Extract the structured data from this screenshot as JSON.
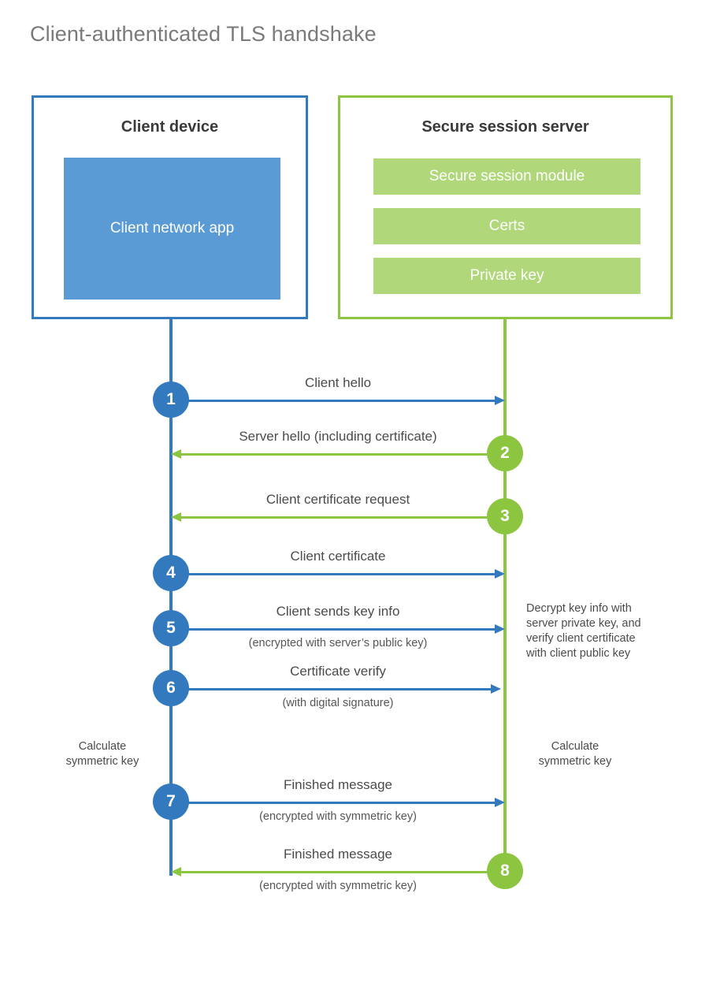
{
  "title": "Client-authenticated TLS handshake",
  "colors": {
    "client_blue": "#3279bd",
    "client_fill": "#5b9bd5",
    "server_green": "#8cc641",
    "server_fill": "#b0d77a",
    "text": "#4b4b4b",
    "title_text": "#7a7a7a",
    "background": "#ffffff"
  },
  "actors": {
    "client": {
      "title": "Client device",
      "blocks": [
        {
          "label": "Client network app"
        }
      ]
    },
    "server": {
      "title": "Secure session server",
      "blocks": [
        {
          "label": "Secure session module"
        },
        {
          "label": "Certs"
        },
        {
          "label": "Private key"
        }
      ]
    }
  },
  "steps": [
    {
      "number": "1",
      "label": "Client hello",
      "sub": "",
      "from": "client",
      "to": "server"
    },
    {
      "number": "2",
      "label": "Server hello (including certificate)",
      "sub": "",
      "from": "server",
      "to": "client"
    },
    {
      "number": "3",
      "label": "Client certificate request",
      "sub": "",
      "from": "server",
      "to": "client"
    },
    {
      "number": "4",
      "label": "Client certificate",
      "sub": "",
      "from": "client",
      "to": "server"
    },
    {
      "number": "5",
      "label": "Client sends key info",
      "sub": "(encrypted with server’s public key)",
      "from": "client",
      "to": "server"
    },
    {
      "number": "6",
      "label": "Certificate verify",
      "sub": "(with digital signature)",
      "from": "client",
      "to": "server"
    },
    {
      "number": "7",
      "label": "Finished message",
      "sub": "(encrypted with symmetric key)",
      "from": "client",
      "to": "server"
    },
    {
      "number": "8",
      "label": "Finished message",
      "sub": "(encrypted with symmetric key)",
      "from": "server",
      "to": "client"
    }
  ],
  "annotations": {
    "server_decrypt": [
      "Decrypt key info with",
      "server private key, and",
      "verify client certificate",
      "with client public key"
    ],
    "client_calculate": [
      "Calculate",
      "symmetric key"
    ],
    "server_calculate": [
      "Calculate",
      "symmetric key"
    ]
  }
}
